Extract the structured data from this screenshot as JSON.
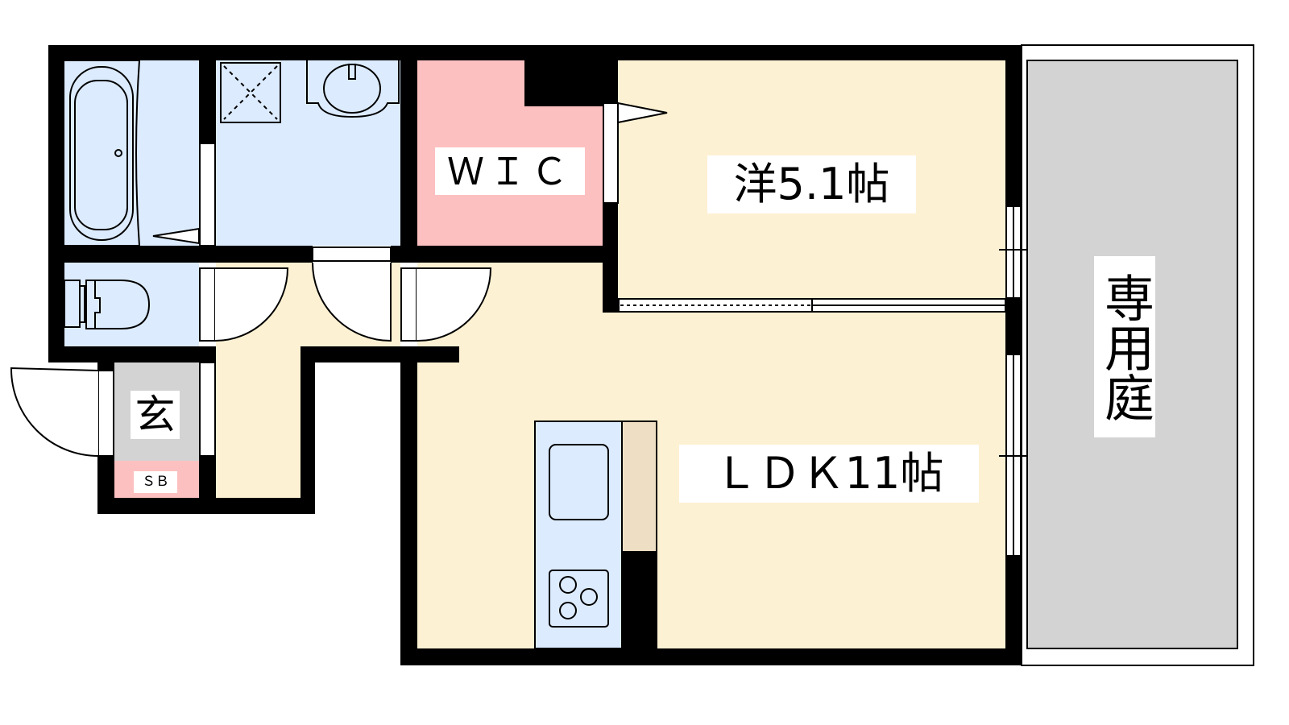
{
  "rooms": {
    "wic": "ＷＩＣ",
    "western_room": "洋5.1帖",
    "ldk": "ＬＤＫ11帖",
    "private_garden": "専用庭",
    "entrance": "玄",
    "shoe_box": "ＳＢ"
  },
  "colors": {
    "wall": "#000000",
    "wet_area": "#dcebfd",
    "living": "#fdf1d3",
    "wic": "#fdc0c0",
    "entrance": "#d3d3d3",
    "garden": "#d3d3d3",
    "counter": "#eedfc4"
  }
}
